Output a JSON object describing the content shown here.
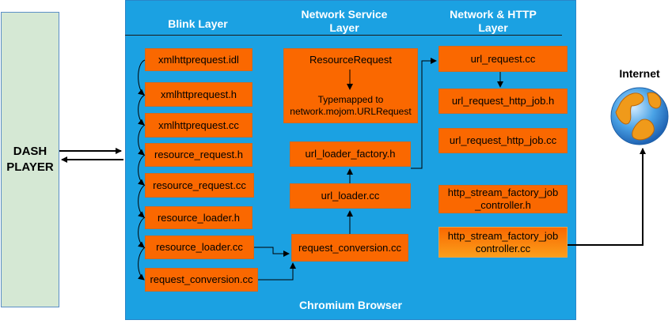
{
  "player": {
    "label": "DASH\nPLAYER"
  },
  "browser": {
    "label": "Chromium Browser"
  },
  "layers": {
    "blink": "Blink Layer",
    "network_service": "Network Service\nLayer",
    "network_http": "Network & HTTP\nLayer"
  },
  "blink_files": {
    "f1": "xmlhttprequest.idl",
    "f2": "xmlhttprequest.h",
    "f3": "xmlhttprequest.cc",
    "f4": "resource_request.h",
    "f5": "resource_request.cc",
    "f6": "resource_loader.h",
    "f7": "resource_loader.cc",
    "f8": "request_conversion.cc"
  },
  "network_service_files": {
    "resource_request": "ResourceRequest",
    "typemap_note": "Typemapped to\nnetwork.mojom.URLRequest",
    "url_loader_factory": "url_loader_factory.h",
    "url_loader": "url_loader.cc",
    "request_conversion": "request_conversion.cc"
  },
  "network_http_files": {
    "url_request": "url_request.cc",
    "url_request_http_job_h": "url_request_http_job.h",
    "url_request_http_job_cc": "url_request_http_job.cc",
    "stream_factory_h": "http_stream_factory_job\n_controller.h",
    "stream_factory_cc": "http_stream_factory_job\ncontroller.cc"
  },
  "internet": {
    "label": "Internet",
    "icon": "globe-icon"
  },
  "colors": {
    "browser_bg": "#1ba1e2",
    "file_box": "#fa6800",
    "player_bg": "#d5e8d4"
  }
}
